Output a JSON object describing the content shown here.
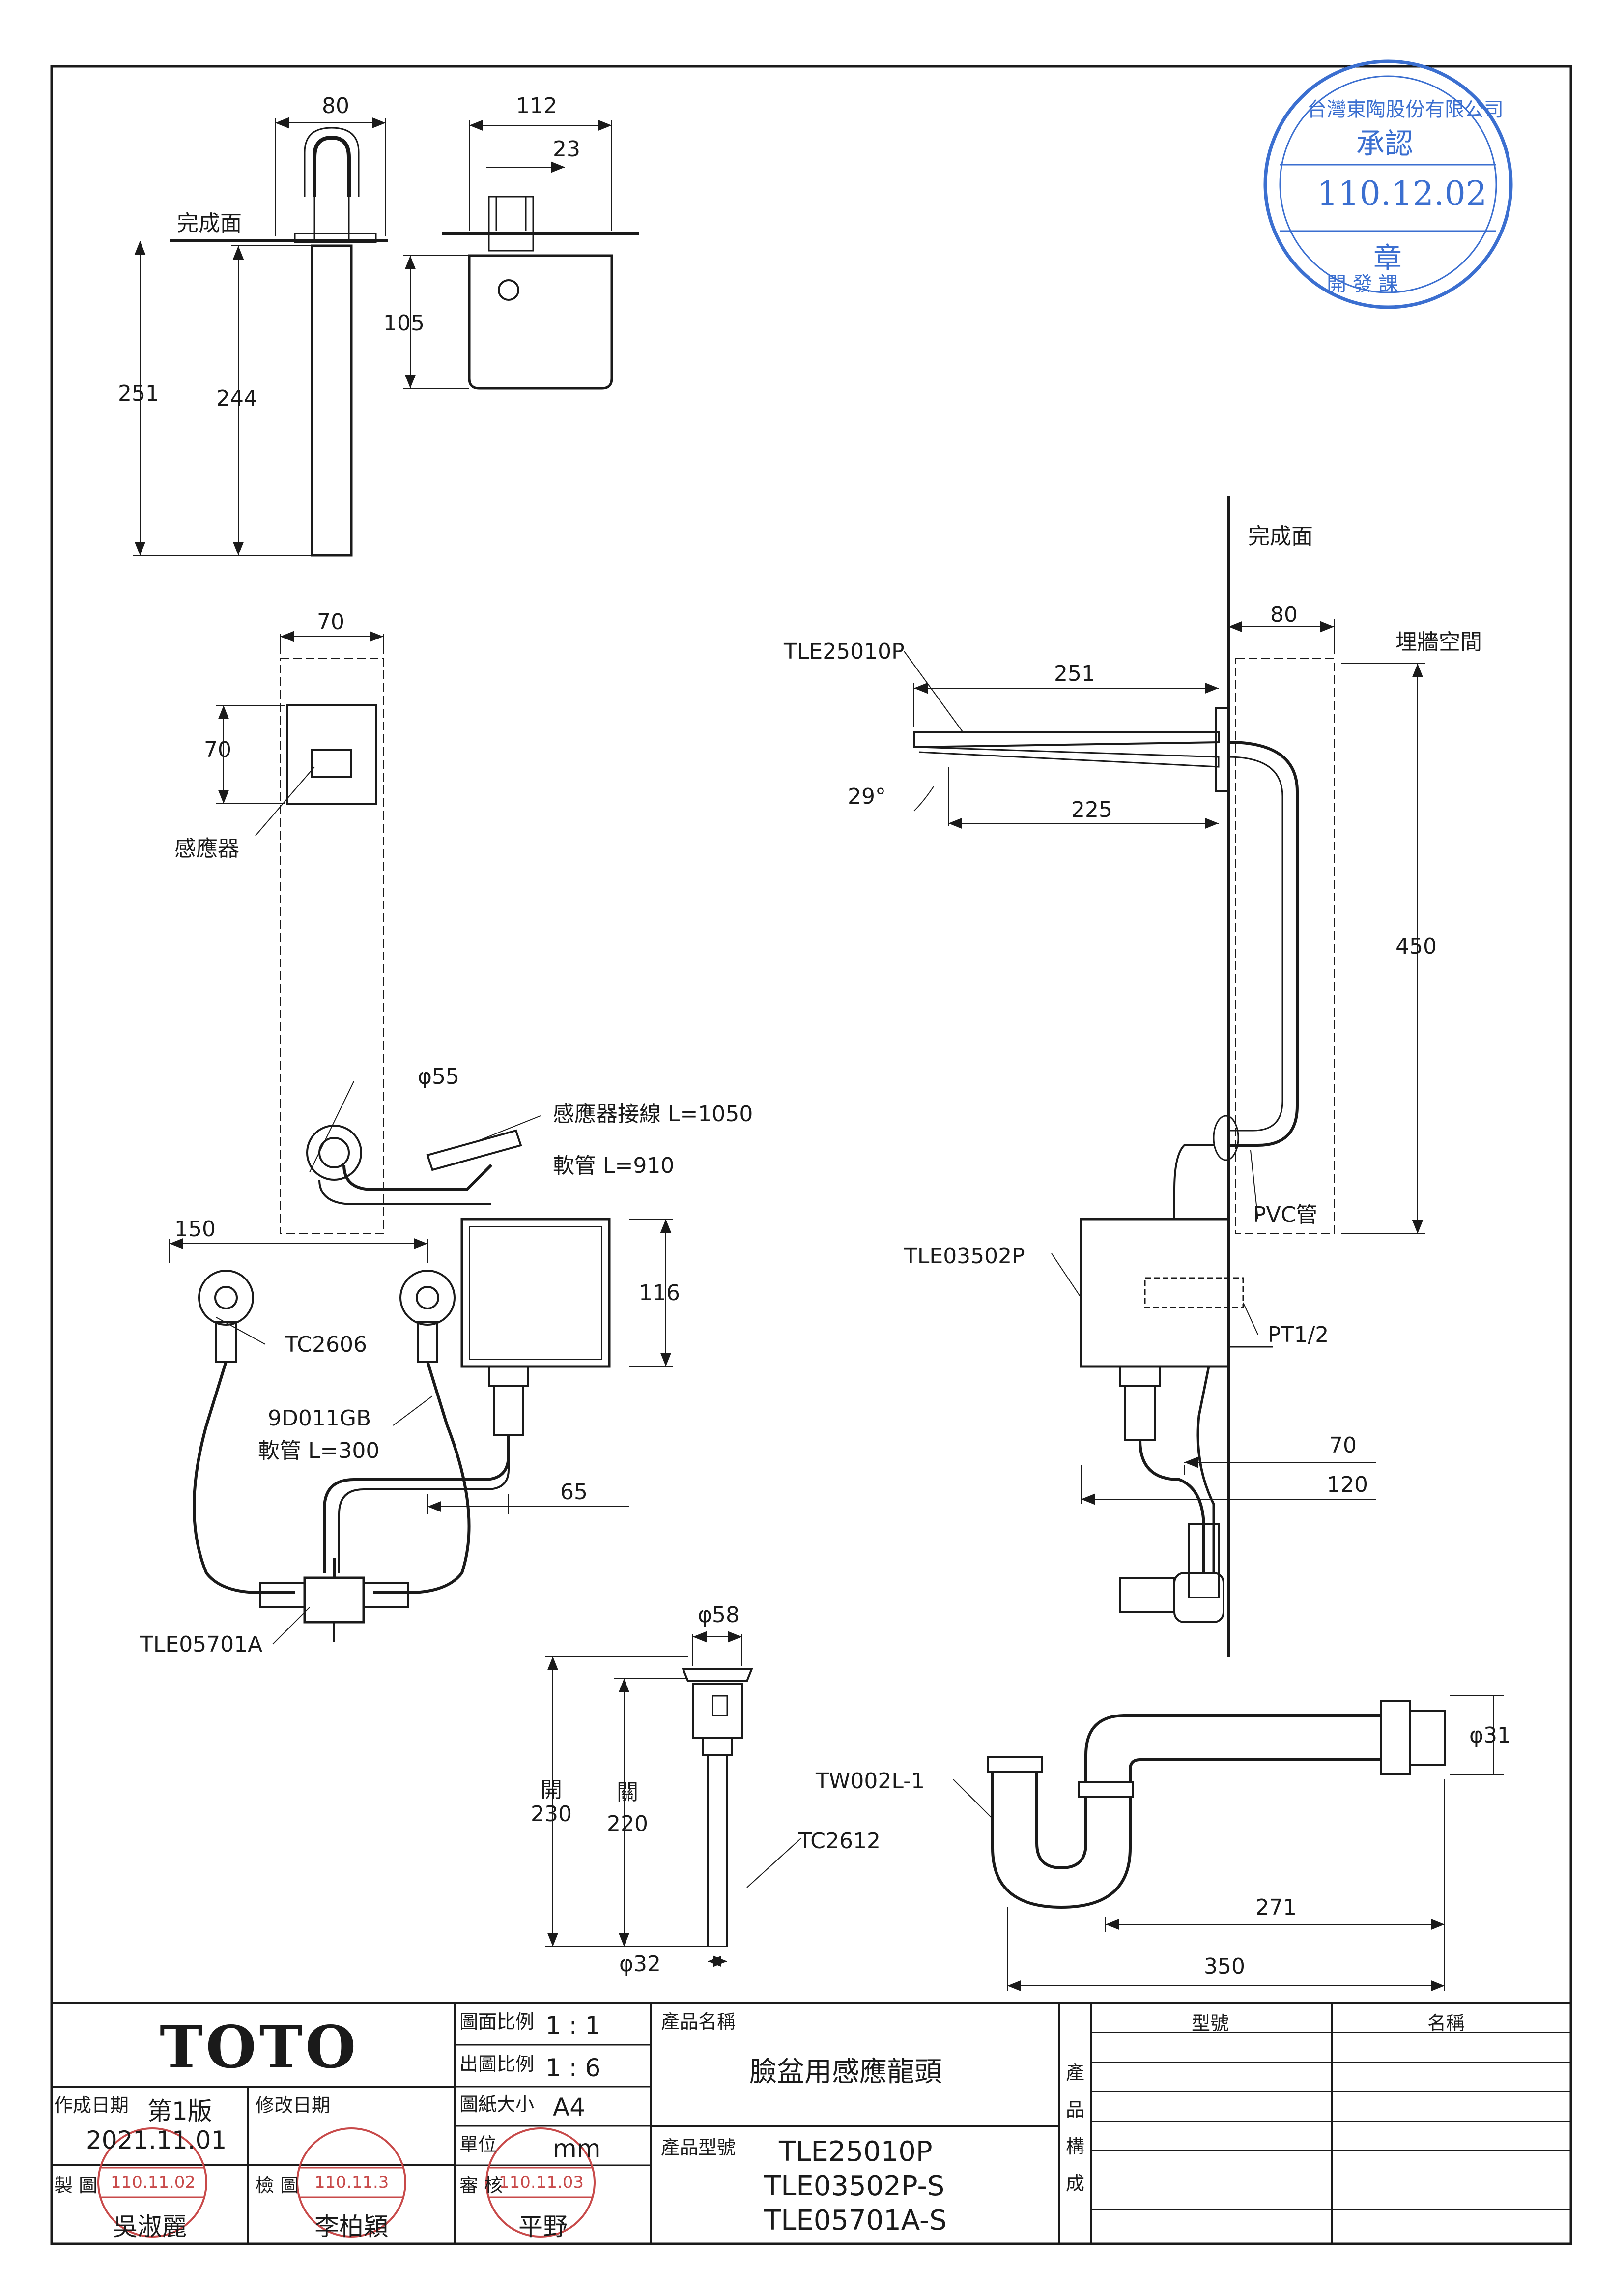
{
  "labels": {
    "finish_surface_top": "完成面",
    "finish_surface_right": "完成面",
    "sensor": "感應器",
    "sensor_cable": "感應器接線 L=1050",
    "hose_910": "軟管 L=910",
    "tc2606": "TC2606",
    "hose_9d011gb_code": "9D011GB",
    "hose_9d011gb_len": "軟管 L=300",
    "tle05701a": "TLE05701A",
    "tle25010p": "TLE25010P",
    "tle03502p": "TLE03502P",
    "pt12": "PT1/2",
    "pvc_pipe": "PVC管",
    "wall_space": "埋牆空間",
    "tc2612": "TC2612",
    "tw002l": "TW002L-1",
    "open_label": "開",
    "close_label": "關",
    "angle": "29°"
  },
  "dimensions": {
    "d80_top": "80",
    "d112": "112",
    "d23": "23",
    "d105": "105",
    "d251_left": "251",
    "d244": "244",
    "d70_width": "70",
    "d70_height": "70",
    "d55": "φ55",
    "d150": "150",
    "d116": "116",
    "d65": "65",
    "d80_right": "80",
    "d251_spout": "251",
    "d225": "225",
    "d450": "450",
    "d70_right": "70",
    "d120": "120",
    "d58": "φ58",
    "d230": "230",
    "d220": "220",
    "d32": "φ32",
    "d31": "φ31",
    "d271": "271",
    "d350": "350"
  },
  "title_block": {
    "brand": "TOTO",
    "scale_drawing_label": "圖面比例",
    "scale_drawing_value": "1 : 1",
    "scale_output_label": "出圖比例",
    "scale_output_value": "1 : 6",
    "paper_label": "圖紙大小",
    "paper_value": "A4",
    "unit_label": "單位",
    "unit_value": "mm",
    "created_label": "作成日期",
    "edition": "第1版",
    "created_date": "2021.11.01",
    "revised_label": "修改日期",
    "drawn_label": "製 圖",
    "drawn_name": "吳淑麗",
    "checked_label": "檢 圖",
    "checked_name": "李柏穎",
    "approved_label": "審 核",
    "approved_name": "平野",
    "product_name_label": "產品名稱",
    "product_name": "臉盆用感應龍頭",
    "product_model_label": "產品型號",
    "models": [
      "TLE25010P",
      "TLE03502P-S",
      "TLE05701A-S"
    ],
    "composition_label": "產品構成",
    "comp_col_model": "型號",
    "comp_col_name": "名稱"
  },
  "stamps": {
    "approval_company": "台灣東陶股份有限公司",
    "approval_word": "承認",
    "approval_date": "110.12.02",
    "approval_chapter": "章",
    "approval_dept": "開 發 課",
    "drawn_stamp_date": "110.11.02",
    "checked_stamp_date": "110.11.3",
    "approved_stamp_date": "110.11.03",
    "stamp_color": "#c84a4a",
    "approval_color": "#3b6fd0"
  }
}
